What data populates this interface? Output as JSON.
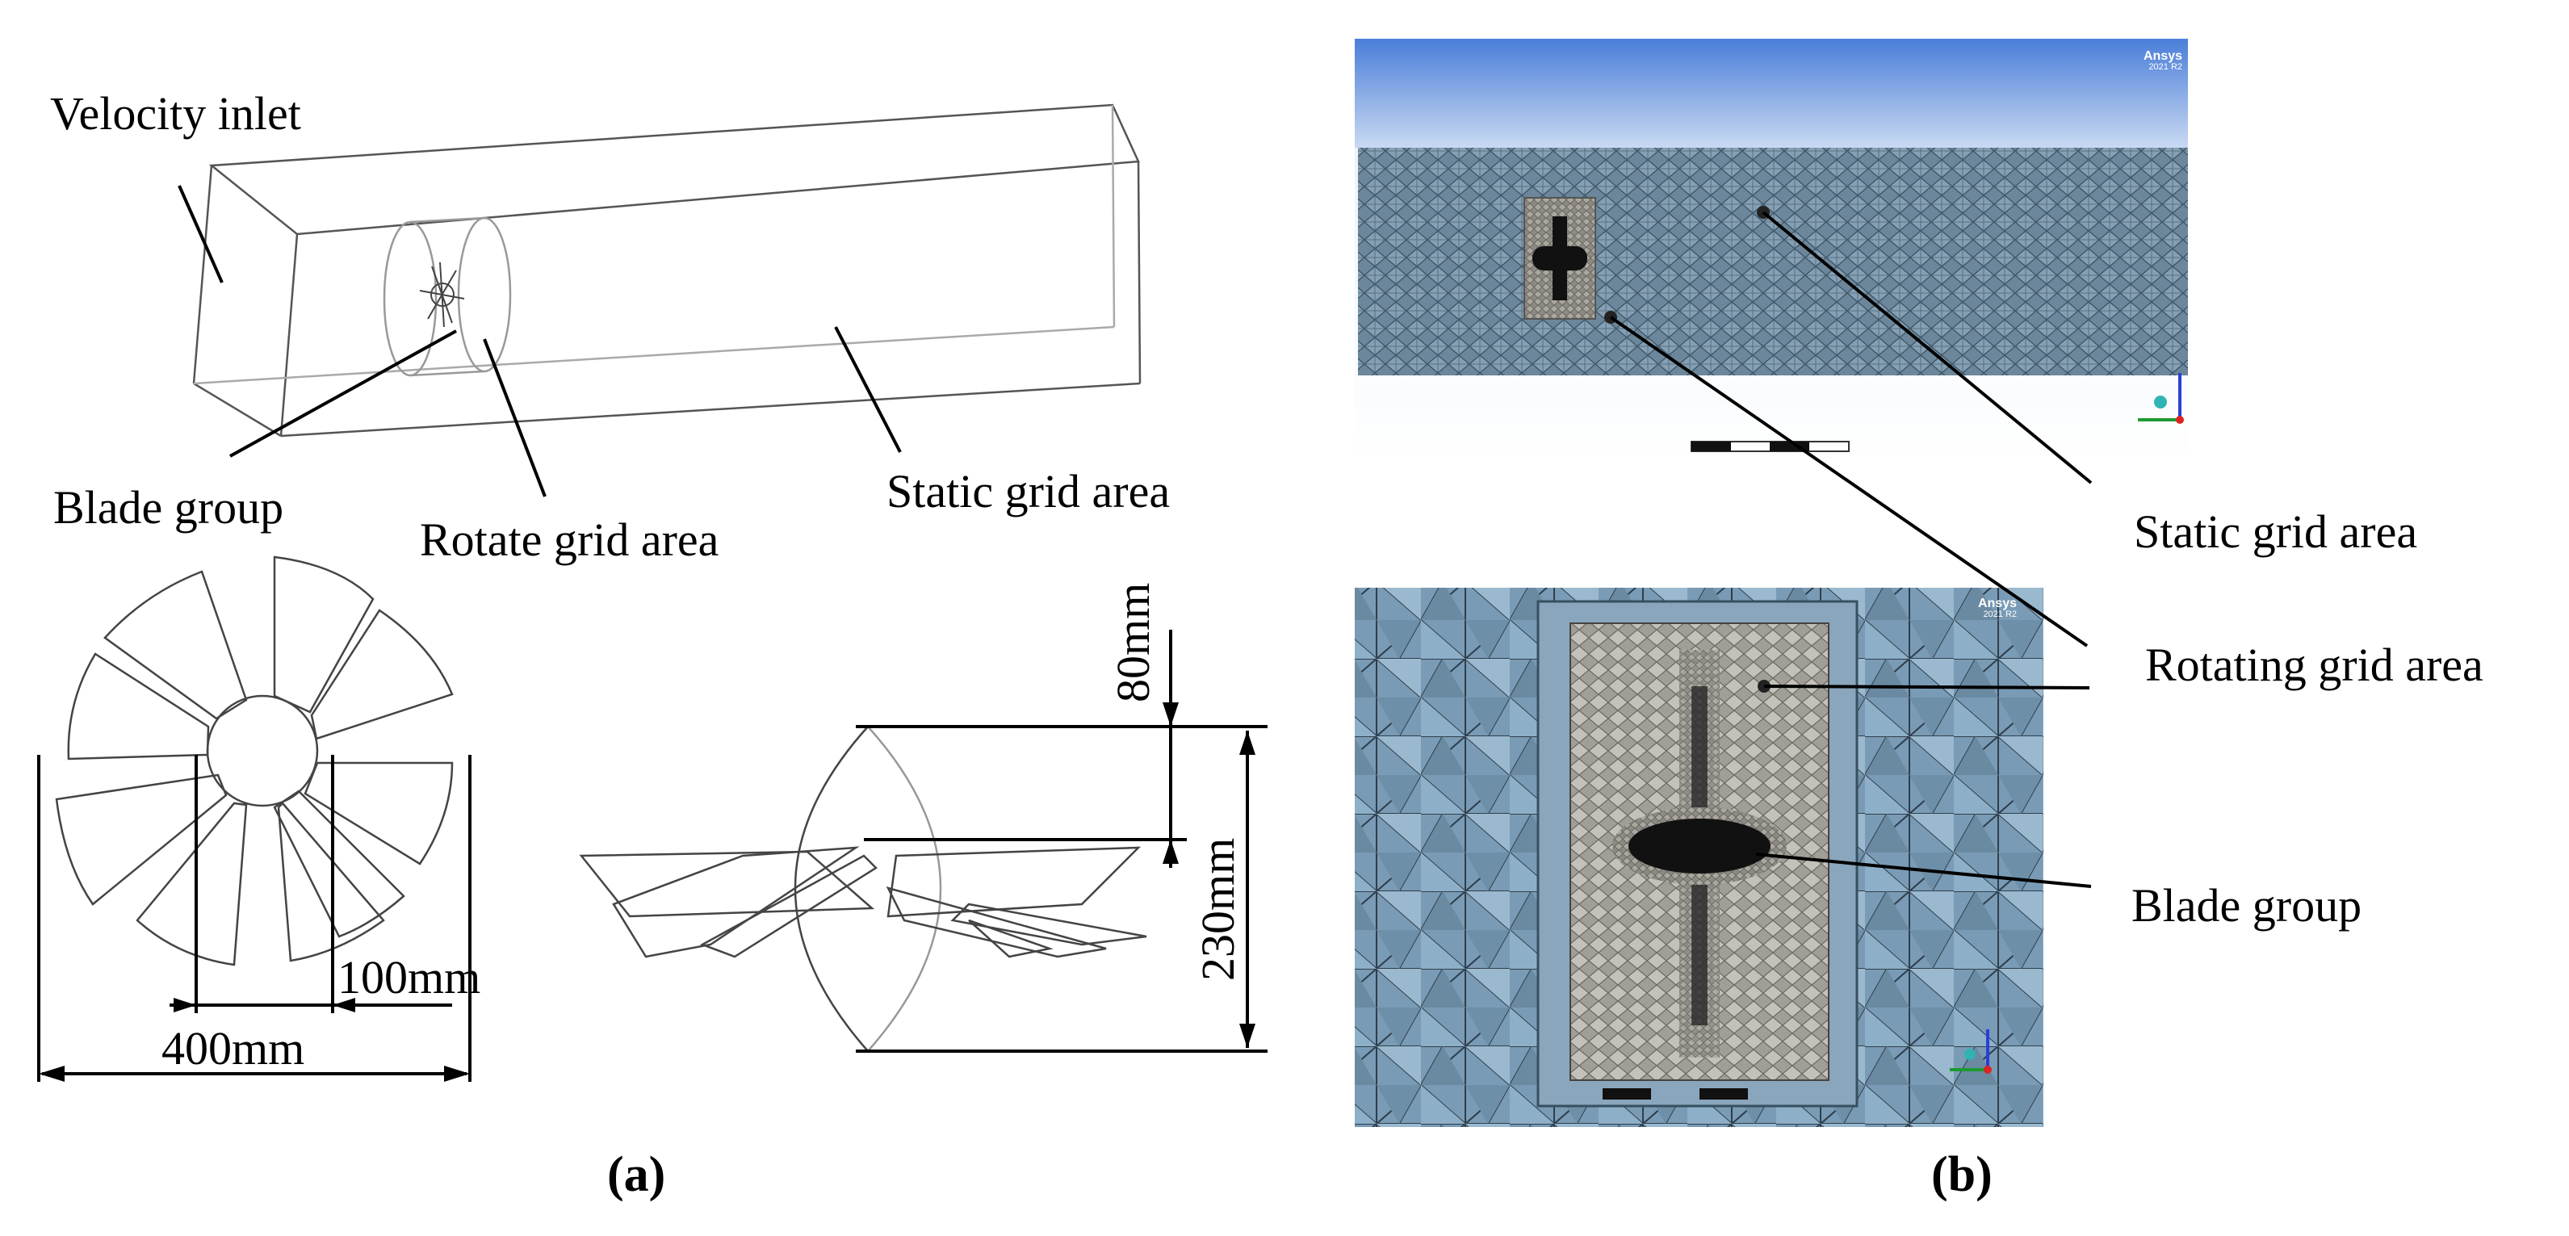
{
  "panel_a": {
    "tag": "(a)",
    "labels": {
      "velocity_inlet": "Velocity inlet",
      "blade_group": "Blade group",
      "rotate_grid_area": "Rotate grid area",
      "static_grid_area": "Static grid area"
    },
    "dimensions": {
      "hub_diameter": "100mm",
      "rotor_diameter": "400mm",
      "offset": "80mm",
      "length": "230mm"
    }
  },
  "panel_b": {
    "tag": "(b)",
    "labels": {
      "static_grid_area": "Static grid area",
      "rotating_grid_area": "Rotating grid area",
      "blade_group": "Blade group"
    },
    "software_badge": {
      "name": "Ansys",
      "version": "2021 R2"
    }
  },
  "colors": {
    "sky_top": "#4a7ed9",
    "sky_bottom": "#c9d9f2",
    "mesh_fine": "#5f7a8f",
    "mesh_coarse": "#7a9bb3",
    "rotating_zone": "#9a958c"
  }
}
